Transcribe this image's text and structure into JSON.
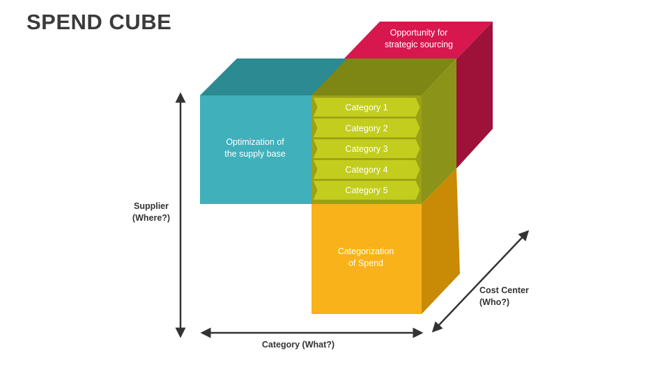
{
  "title": "SPEND CUBE",
  "blocks": {
    "opportunity": {
      "line1": "Opportunity for",
      "line2": "strategic sourcing"
    },
    "optimization": {
      "line1": "Optimization of",
      "line2": "the supply base"
    },
    "categorization": {
      "line1": "Categorization",
      "line2": "of Spend"
    }
  },
  "categories": [
    "Category 1",
    "Category 2",
    "Category 3",
    "Category 4",
    "Category 5"
  ],
  "axes": {
    "supplier": {
      "line1": "Supplier",
      "line2": "(Where?)"
    },
    "category": {
      "label": "Category (What?)"
    },
    "cost_center": {
      "line1": "Cost Center",
      "line2": "(Who?)"
    }
  },
  "colors": {
    "teal": "#40b0bb",
    "olive": "#9aa116",
    "magenta": "#d8174f",
    "orange": "#f9b21a",
    "chevron": "#c3cd1e",
    "text_dark": "#3b3b3b"
  }
}
